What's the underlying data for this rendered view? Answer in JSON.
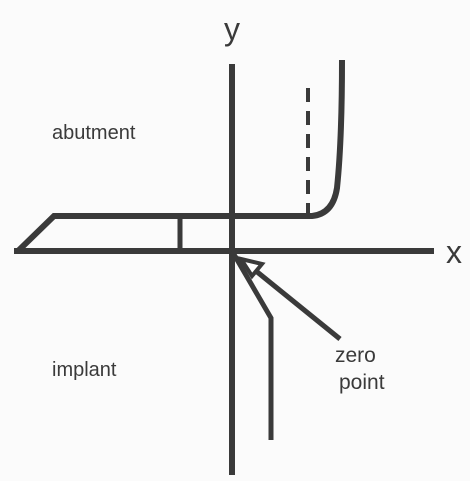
{
  "diagram": {
    "axis_x_label": "x",
    "axis_y_label": "y",
    "region_top_label": "abutment",
    "region_bottom_label": "implant",
    "annotation_line1": "zero",
    "annotation_line2": "point",
    "colors": {
      "line": "#3a3a3a",
      "text": "#3a3a3a",
      "background": "#fbfbfb"
    }
  }
}
